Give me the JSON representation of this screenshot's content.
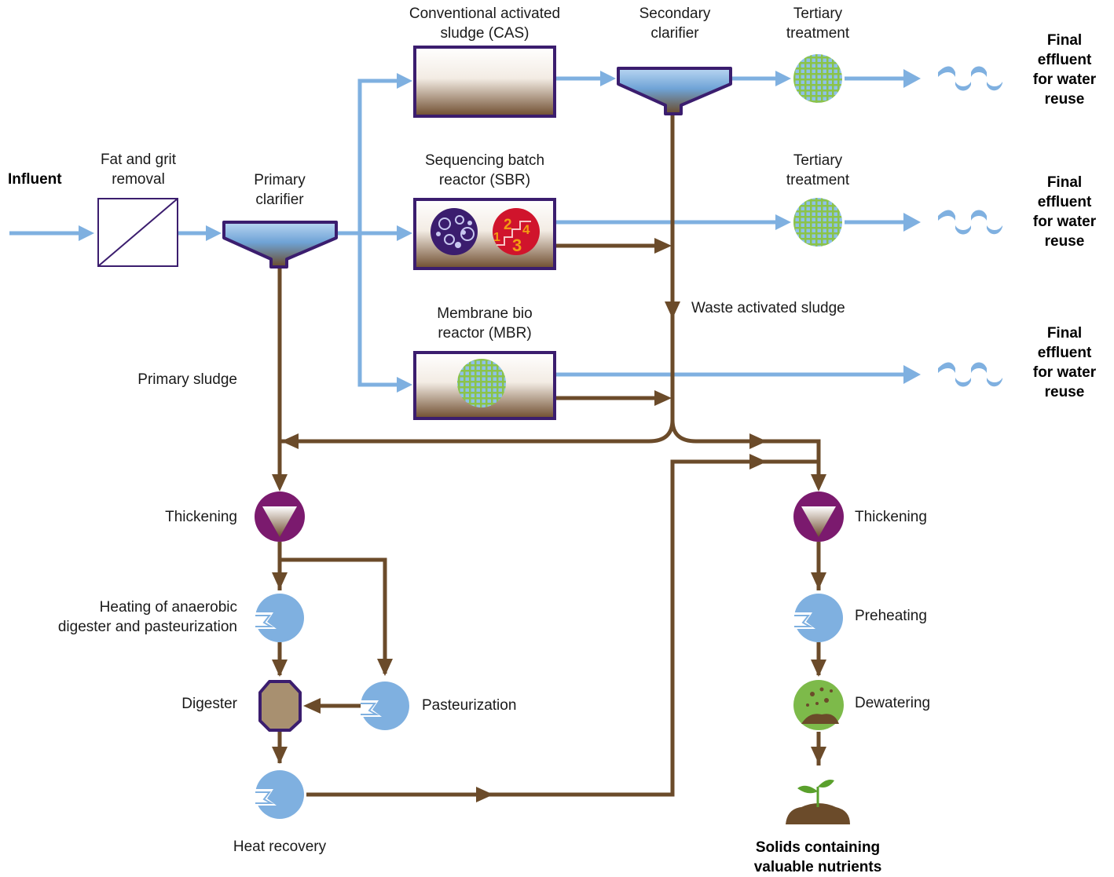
{
  "labels": {
    "influent": "Influent",
    "fat_grit": [
      "Fat and grit",
      "removal"
    ],
    "primary_clarifier": [
      "Primary",
      "clarifier"
    ],
    "cas": [
      "Conventional activated",
      "sludge (CAS)"
    ],
    "secondary_clarifier": [
      "Secondary",
      "clarifier"
    ],
    "tertiary_1": [
      "Tertiary",
      "treatment"
    ],
    "sbr": [
      "Sequencing batch",
      "reactor (SBR)"
    ],
    "tertiary_2": [
      "Tertiary",
      "treatment"
    ],
    "mbr": [
      "Membrane bio",
      "reactor (MBR)"
    ],
    "waste_activated_sludge": "Waste activated sludge",
    "primary_sludge": "Primary sludge",
    "final_effluent_1": [
      "Final",
      "effluent",
      "for water",
      "reuse"
    ],
    "final_effluent_2": [
      "Final",
      "effluent",
      "for water",
      "reuse"
    ],
    "final_effluent_3": [
      "Final",
      "effluent",
      "for water",
      "reuse"
    ],
    "thickening_left": "Thickening",
    "heating_digester": [
      "Heating of anaerobic",
      "digester and pasteurization"
    ],
    "digester": "Digester",
    "pasteurization": "Pasteurization",
    "heat_recovery": "Heat recovery",
    "thickening_right": "Thickening",
    "preheating": "Preheating",
    "dewatering": "Dewatering",
    "solids": [
      "Solids containing",
      "valuable nutrients"
    ],
    "sbr_steps": [
      "1",
      "2",
      "3",
      "4"
    ]
  },
  "colors": {
    "water_flow": "#7fb0e0",
    "sludge_flow": "#6b4b2a",
    "tank_outline": "#3b1d6e",
    "thickener": "#7b1a6e",
    "heat_exchanger": "#7fb0e0",
    "digester_fill": "#a89070",
    "dewatering": "#7dba4a",
    "sbr_red": "#d0142c"
  },
  "icons": {
    "fat_grit": "filter-square-icon",
    "clarifier": "clarifier-funnel-icon",
    "tertiary": "mesh-filter-icon",
    "effluent": "water-wave-icon",
    "heat": "heat-exchanger-icon",
    "digester": "digester-octagon-icon",
    "thickener": "thickener-triangle-icon",
    "dewatering": "dewatering-icon",
    "solids": "sprout-soil-icon"
  }
}
